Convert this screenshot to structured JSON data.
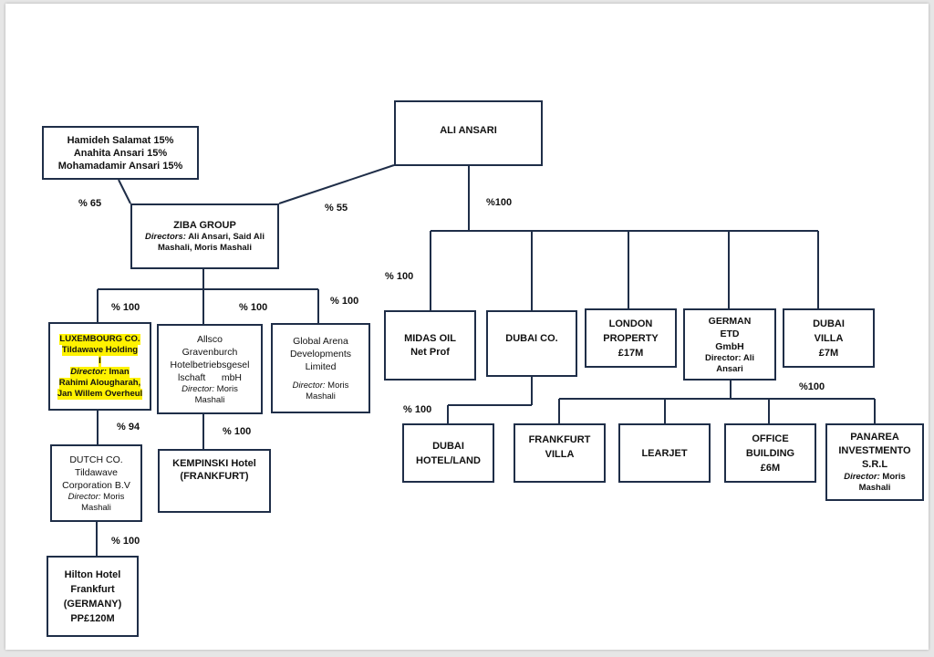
{
  "nodes": {
    "ali_ansari": {
      "lines": [
        "ALI ANSARI"
      ]
    },
    "shareholders": {
      "lines": [
        "Hamideh Salamat 15%",
        "Anahita Ansari 15%",
        "Mohamadamir Ansari 15%"
      ]
    },
    "ziba": {
      "title": "ZIBA GROUP",
      "director_label": "Directors:",
      "director_names": " Ali Ansari, Said Ali",
      "director_cont": "Mashali, Moris Mashali"
    },
    "luxembourg": {
      "lines": [
        "LUXEMBOURG CO.",
        "Tildawave Holding",
        "I"
      ],
      "director_label": "Director:",
      "director_names": " Iman",
      "director_cont": [
        "Rahimi Alougharah,",
        "Jan Willem Overheul"
      ]
    },
    "allsco": {
      "lines": [
        "Allsco",
        "Gravenburch",
        "Hotelbetriebsgesel",
        "lschaft      mbH"
      ],
      "director_label": "Director:",
      "director_names": " Moris",
      "director_cont": "Mashali"
    },
    "global_arena": {
      "lines": [
        "Global Arena",
        "Developments",
        "Limited"
      ],
      "director_label": "Director:",
      "director_names": " Moris",
      "director_cont": "Mashali"
    },
    "dutch": {
      "lines": [
        "DUTCH CO.",
        "Tildawave",
        "Corporation B.V"
      ],
      "director_label": "Director:",
      "director_names": " Moris",
      "director_cont": "Mashali"
    },
    "kempinski": {
      "lines": [
        "KEMPINSKI Hotel",
        "(FRANKFURT)"
      ]
    },
    "hilton": {
      "lines": [
        "Hilton Hotel",
        "Frankfurt",
        "(GERMANY)",
        "PP£120M"
      ]
    },
    "midas": {
      "lines": [
        "MIDAS OIL",
        "Net Prof"
      ]
    },
    "dubai_co": {
      "lines": [
        "DUBAI CO."
      ]
    },
    "london": {
      "lines": [
        "LONDON",
        "PROPERTY",
        "£17M"
      ]
    },
    "german": {
      "lines": [
        "GERMAN",
        "ETD",
        "GmbH"
      ],
      "director_label": "Director:",
      "director_names": " Ali",
      "director_cont": "Ansari"
    },
    "dubai_villa": {
      "lines": [
        "DUBAI",
        "VILLA",
        "£7M"
      ]
    },
    "dubai_hotel": {
      "lines": [
        "DUBAI",
        "HOTEL/LAND"
      ]
    },
    "frankfurt_villa": {
      "lines": [
        "FRANKFURT",
        "VILLA"
      ]
    },
    "learjet": {
      "lines": [
        "LEARJET"
      ]
    },
    "office": {
      "lines": [
        "OFFICE",
        "BUILDING",
        "£6M"
      ]
    },
    "panarea": {
      "lines": [
        "PANAREA",
        "INVESTMENTO",
        "S.R.L"
      ],
      "director_label": "Director:",
      "director_names": " Moris",
      "director_cont": "Mashali"
    }
  },
  "percentages": {
    "shareholders_ziba": "% 65",
    "ali_ziba": "% 55",
    "ali_subsidiaries": "%100",
    "ali_midas": "% 100",
    "ziba_luxembourg": "% 100",
    "ziba_allsco": "% 100",
    "ziba_global": "% 100",
    "luxembourg_dutch": "% 94",
    "allsco_kempinski": "% 100",
    "dutch_hilton": "% 100",
    "dubai_hotel": "% 100",
    "german_subsidiaries": "%100"
  },
  "colors": {
    "line": "#1f2e48",
    "highlight": "#fff200"
  }
}
